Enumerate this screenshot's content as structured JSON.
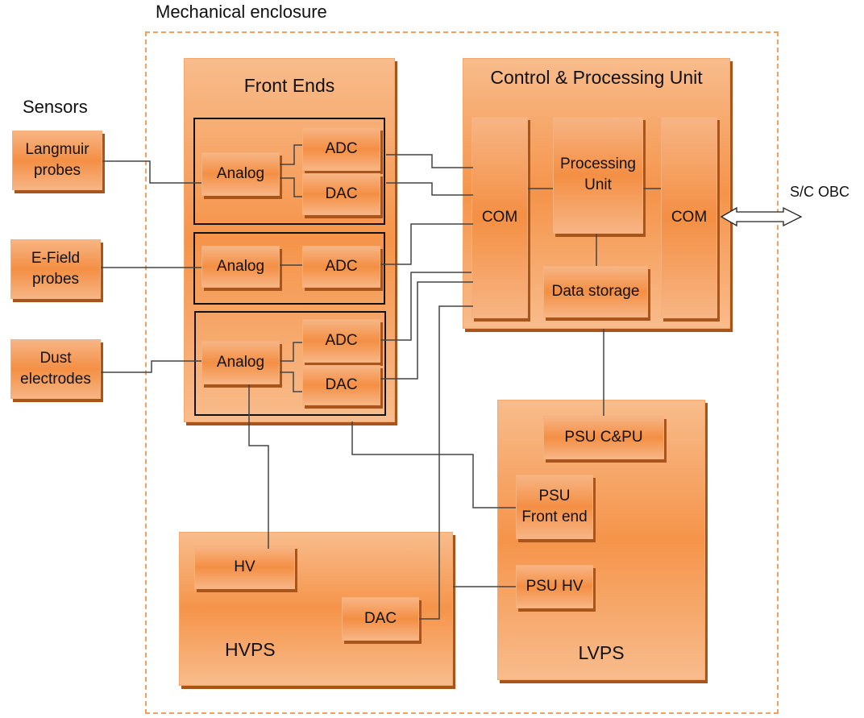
{
  "enclosure": {
    "label": "Mechanical enclosure"
  },
  "sensors": {
    "title": "Sensors",
    "items": [
      {
        "line1": "Langmuir",
        "line2": "probes"
      },
      {
        "line1": "E-Field",
        "line2": "probes"
      },
      {
        "line1": "Dust",
        "line2": "electrodes"
      }
    ]
  },
  "front_ends": {
    "title": "Front Ends",
    "groups": [
      {
        "analog": "Analog",
        "adc": "ADC",
        "dac": "DAC"
      },
      {
        "analog": "Analog",
        "adc": "ADC"
      },
      {
        "analog": "Analog",
        "adc": "ADC",
        "dac": "DAC"
      }
    ]
  },
  "cpu": {
    "title": "Control & Processing Unit",
    "com_left": "COM",
    "processing_line1": "Processing",
    "processing_line2": "Unit",
    "data_storage": "Data storage",
    "com_right": "COM"
  },
  "external": {
    "sc_obc": "S/C OBC"
  },
  "hvps": {
    "title": "HVPS",
    "hv": "HV",
    "dac": "DAC"
  },
  "lvps": {
    "title": "LVPS",
    "psu_cpu": "PSU C&PU",
    "psu_fe_line1": "PSU",
    "psu_fe_line2": "Front end",
    "psu_hv": "PSU HV"
  },
  "colors": {
    "block_orange": "#f48f44",
    "shadow": "#a8541a",
    "enclosure_dash": "#f0a060"
  }
}
